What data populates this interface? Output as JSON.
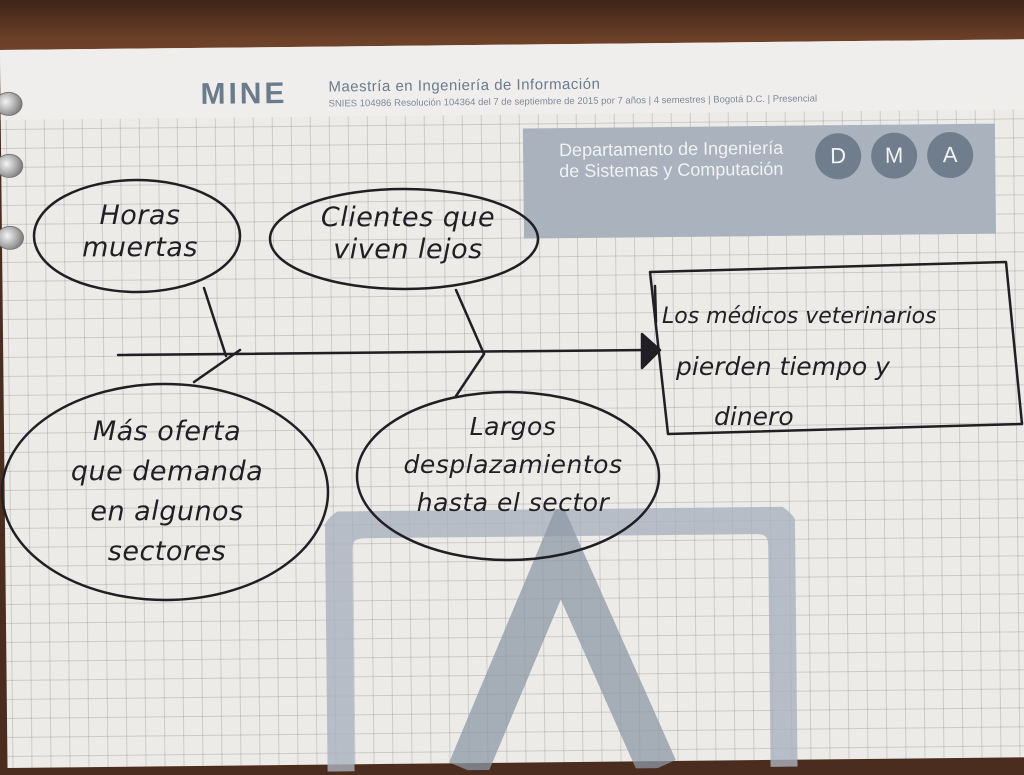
{
  "header": {
    "brand": "MINE",
    "program_title": "Maestría en Ingeniería de Información",
    "program_details": "SNIES 104986 Resolución 104364 del 7 de septiembre de 2015 por 7 años | 4 semestres | Bogotá D.C. | Presencial"
  },
  "department": {
    "line1": "Departamento de Ingeniería",
    "line2": "de Sistemas y Computación",
    "letters": [
      "D",
      "M",
      "A"
    ]
  },
  "diagram": {
    "effect": {
      "line1": "Los médicos veterinarios",
      "line2": "pierden tiempo y",
      "line3": "dinero"
    },
    "causes": [
      {
        "lines": [
          "Horas",
          "muertas"
        ]
      },
      {
        "lines": [
          "Clientes que",
          "viven lejos"
        ]
      },
      {
        "lines": [
          "Más oferta",
          "que demanda",
          "en algunos",
          "sectores"
        ]
      },
      {
        "lines": [
          "Largos",
          "desplazamientos",
          "hasta el sector"
        ]
      }
    ]
  },
  "colors": {
    "ink": "#1f1f24",
    "paper": "#ecebe8",
    "grid": "#9a9aa4",
    "logo": "#6b7b8c",
    "banner": "#a9b2bd"
  }
}
